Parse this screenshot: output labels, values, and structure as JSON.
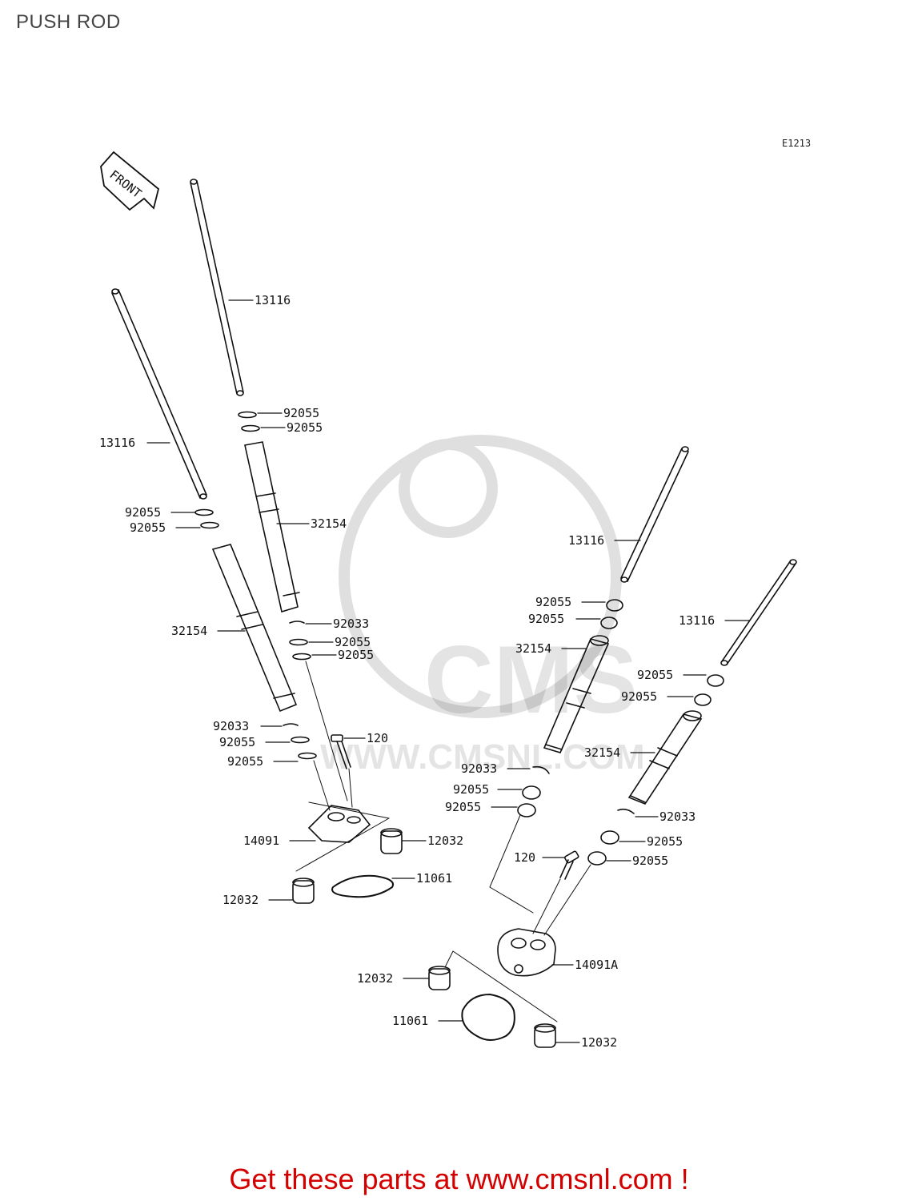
{
  "page": {
    "title": "PUSH ROD",
    "diagram_code": "E1213"
  },
  "front_arrow": {
    "label": "FRONT"
  },
  "watermark": {
    "brand": "CMS",
    "url": "WWW.CMSNL.COM"
  },
  "callouts": {
    "rod_left_upper": "13116",
    "rod_left_lower": "13116",
    "rod_right_upper": "13116",
    "rod_right_lower": "13116",
    "ring_a1": "92055",
    "ring_a2": "92055",
    "ring_b1": "92055",
    "ring_b2": "92055",
    "tube_a": "32154",
    "tube_b": "32154",
    "clip_a": "92033",
    "ring_c1": "92055",
    "ring_c2": "92055",
    "clip_b": "92033",
    "ring_d1": "92055",
    "ring_d2": "92055",
    "bolt_left": "120",
    "holder_left": "14091",
    "collar_left_1": "12032",
    "collar_left_2": "12032",
    "gasket_left": "11061",
    "ring_e1": "92055",
    "ring_e2": "92055",
    "tube_c": "32154",
    "tube_d": "32154",
    "ring_f1": "92055",
    "ring_f2": "92055",
    "clip_c": "92033",
    "ring_g1": "92055",
    "ring_g2": "92055",
    "clip_d": "92033",
    "ring_h1": "92055",
    "ring_h2": "92055",
    "bolt_right": "120",
    "holder_right": "14091A",
    "collar_right_1": "12032",
    "collar_right_2": "12032",
    "gasket_right": "11061"
  },
  "footer": {
    "promo_text": "Get these parts at www.cmsnl.com !"
  }
}
